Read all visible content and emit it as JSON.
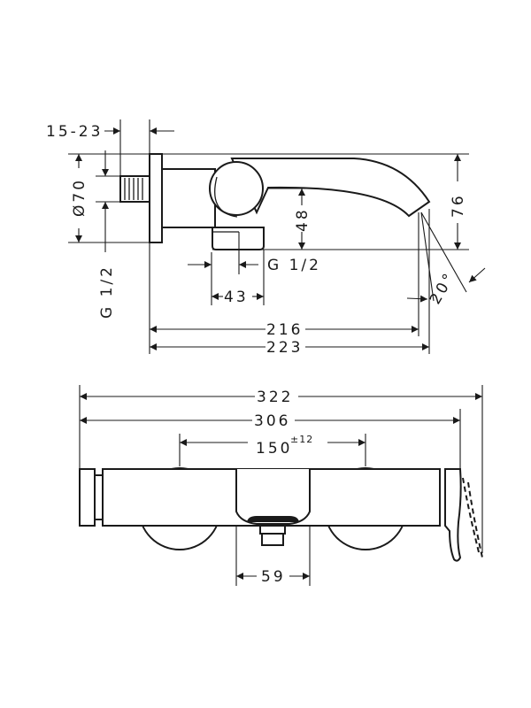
{
  "drawing": {
    "side_view": {
      "dim_wall_offset": "15-23",
      "dim_rosette_diameter": "Ø70",
      "dim_inlet_thread": "G 1/2",
      "dim_outlet_thread": "G 1/2",
      "dim_outlet_width": "43",
      "dim_outlet_height": "48",
      "dim_total_height": "76",
      "dim_spout_length": "216",
      "dim_total_depth": "223",
      "dim_spout_angle": "20°"
    },
    "front_view": {
      "dim_total_width": "322",
      "dim_body_width": "306",
      "dim_connection_spacing": "150",
      "dim_connection_tolerance": "±12",
      "dim_outlet_width": "59"
    },
    "colors": {
      "line": "#1a1a1a",
      "background": "#ffffff"
    }
  }
}
